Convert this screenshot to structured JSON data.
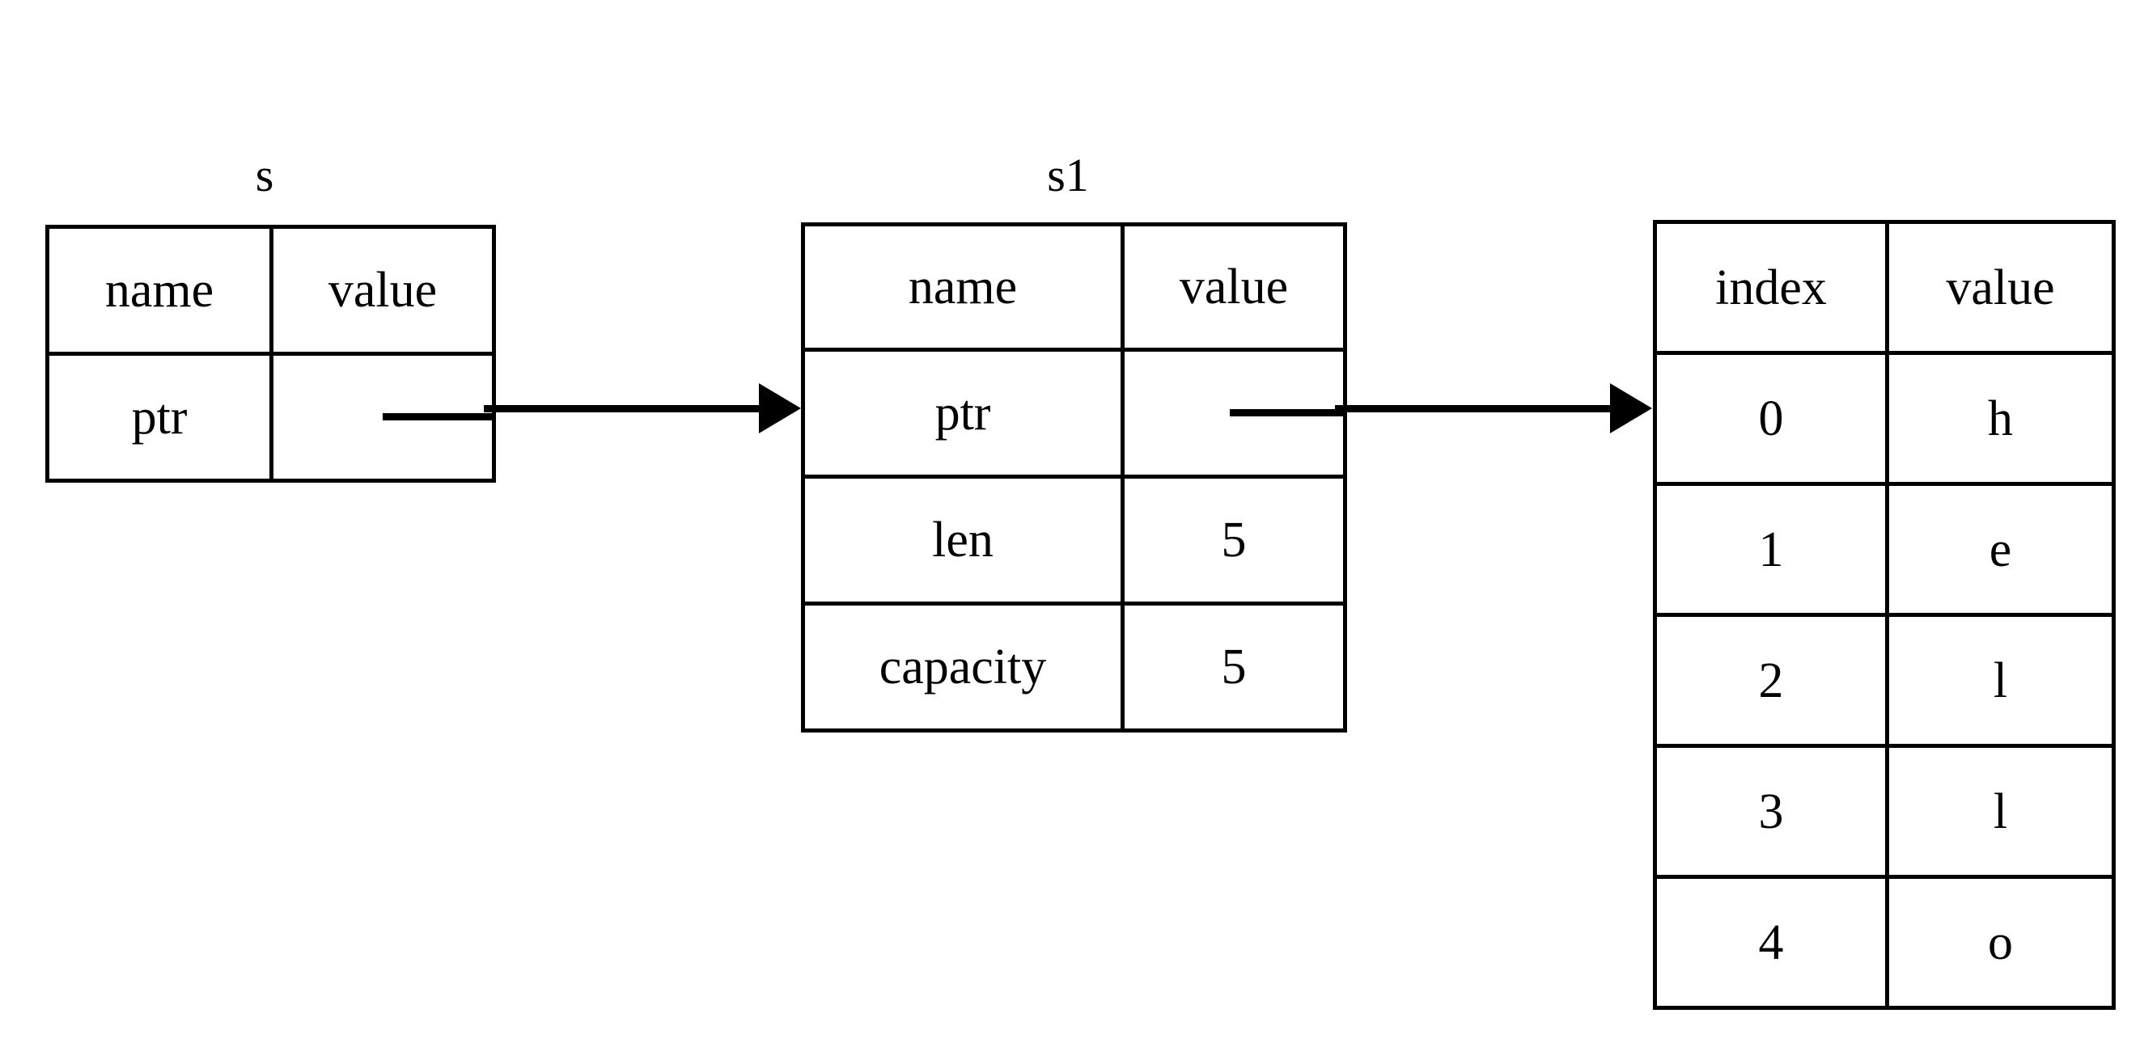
{
  "diagram": {
    "title_s": "s",
    "title_s1": "s1",
    "tables": {
      "s": {
        "label": "s",
        "columns": [
          "name",
          "value"
        ],
        "rows": [
          {
            "name": "ptr",
            "value": ""
          }
        ]
      },
      "s1": {
        "label": "s1",
        "columns": [
          "name",
          "value"
        ],
        "rows": [
          {
            "name": "ptr",
            "value": ""
          },
          {
            "name": "len",
            "value": "5"
          },
          {
            "name": "capacity",
            "value": "5"
          }
        ]
      },
      "buffer": {
        "label": "",
        "columns": [
          "index",
          "value"
        ],
        "rows": [
          {
            "index": "0",
            "value": "h"
          },
          {
            "index": "1",
            "value": "e"
          },
          {
            "index": "2",
            "value": "l"
          },
          {
            "index": "3",
            "value": "l"
          },
          {
            "index": "4",
            "value": "o"
          }
        ]
      }
    },
    "arrows": [
      {
        "name": "s-ptr-to-s1",
        "from": "s.ptr.value",
        "to": "s1"
      },
      {
        "name": "s1-ptr-to-buffer",
        "from": "s1.ptr.value",
        "to": "buffer.row0"
      }
    ],
    "colors": {
      "stroke": "#000000",
      "background": "#ffffff",
      "text": "#000000"
    }
  }
}
